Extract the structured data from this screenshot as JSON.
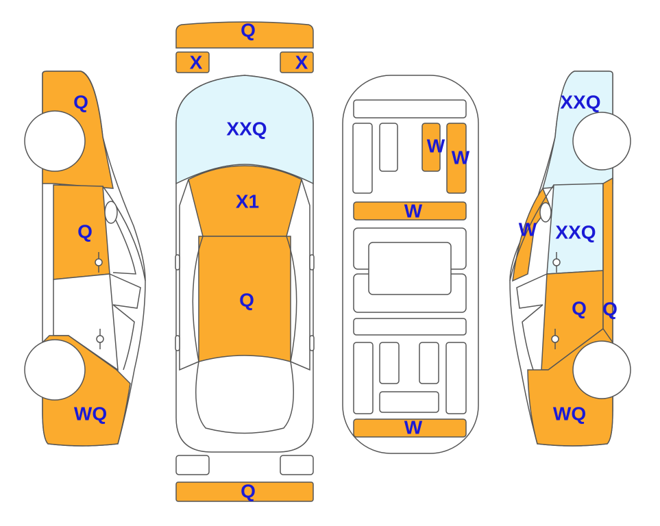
{
  "colors": {
    "damage": "#fbab2e",
    "glass": "#e0f6fc",
    "label": "#1a1ad6",
    "outline": "#555555"
  },
  "left_side": {
    "front_fender": "Q",
    "front_door": "Q",
    "rear_quarter": "WQ"
  },
  "top_view": {
    "front_bumper": "Q",
    "left_headlight": "X",
    "right_headlight": "X",
    "windshield": "XXQ",
    "hood_front": "X1",
    "roof": "Q",
    "rear_bumper": "Q"
  },
  "interior": {
    "seat_a": "W",
    "seat_b": "W",
    "dashboard": "W",
    "rear_panel": "W"
  },
  "right_side": {
    "windshield": "XXQ",
    "front_pillar": "W",
    "door_glass": "XXQ",
    "door": "Q",
    "rear_pillar": "Q",
    "rear_quarter": "WQ"
  }
}
